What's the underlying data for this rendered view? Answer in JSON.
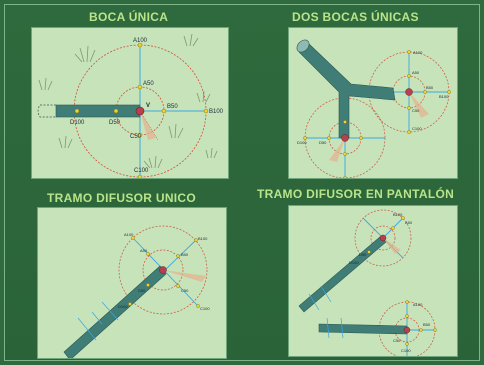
{
  "titles": {
    "boca_unica": "BOCA ÚNICA",
    "dos_bocas": "DOS BOCAS ÚNICAS",
    "tramo_unico": "TRAMO DIFUSOR UNICO",
    "tramo_pantalon": "TRAMO DIFUSOR  EN PANTALÓN"
  },
  "labels": {
    "p1": {
      "a100": "A100",
      "a50": "A50",
      "b50": "B50",
      "b100": "B100",
      "c50": "C50",
      "c100": "C100",
      "d50": "D50",
      "d100": "D100",
      "v": "V"
    },
    "p2": {
      "a100": "A100",
      "a50": "A50",
      "b50": "B50",
      "b100": "B100",
      "c50": "C50",
      "c100": "C100",
      "d50": "D50",
      "d100": "D100"
    },
    "p3": {
      "a100": "A100",
      "a50": "A50",
      "b50": "B50",
      "b100": "B100",
      "c50": "C50",
      "c100": "C100",
      "d50": "D50",
      "d100": "D100"
    },
    "p4": {
      "a100": "A100",
      "a50": "A50",
      "b50": "B50",
      "b100": "B100",
      "c50": "C50",
      "c100": "C100",
      "d50": "D50",
      "d100": "D100"
    }
  },
  "colors": {
    "background": "#2f6b3f",
    "title": "#b9e48a",
    "panel": "#c7e3b9",
    "pipe": "#3f7d76",
    "axis": "#3aa8e0",
    "circle": "#d2503c",
    "point": "#f2d22e",
    "outfall": "#b8404a"
  }
}
